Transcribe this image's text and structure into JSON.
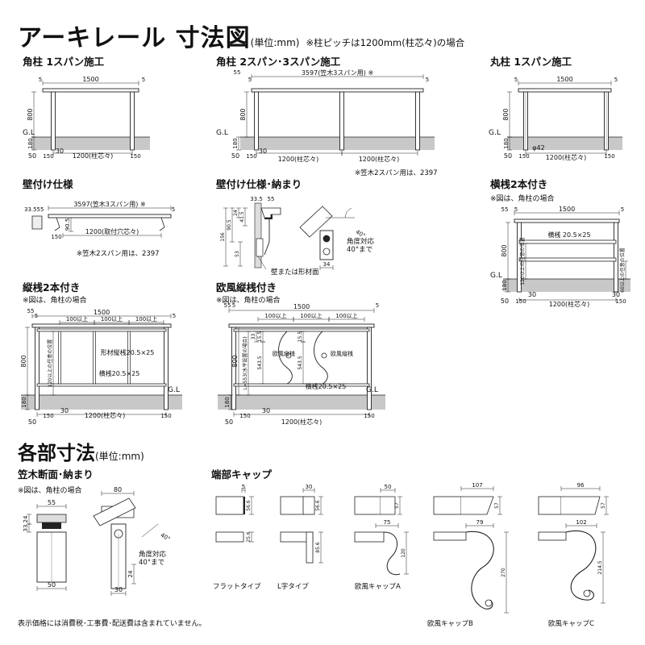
{
  "header": {
    "title": "アーキレール 寸法図",
    "unit": "(単位:mm)",
    "pitch_note": "※柱ピッチは1200mm(柱芯々)の場合"
  },
  "section2": {
    "title": "各部寸法",
    "unit": "(単位:mm)"
  },
  "footer": "表示価格には消費税･工事費･配送費は含まれていません。",
  "panels": {
    "p1": {
      "label": "角柱 1スパン施工",
      "dims": {
        "w": "1500",
        "e": "5",
        "h": "800",
        "gl": "G.L",
        "d": "180",
        "l": "50",
        "p": "150",
        "c": "30",
        "span": "1200(柱芯々)"
      }
    },
    "p2": {
      "label": "角柱 2スパン･3スパン施工",
      "dims": {
        "top": "55",
        "e": "5",
        "w": "3597(笠木3スパン用) ※",
        "h": "800",
        "gl": "G.L",
        "d": "180",
        "l": "50",
        "p": "150",
        "c": "30",
        "span": "1200(柱芯々)"
      },
      "note": "※笠木2スパン用は、2397"
    },
    "p3": {
      "label": "丸柱 1スパン施工",
      "dims": {
        "w": "1500",
        "e": "5",
        "h": "800",
        "gl": "G.L",
        "d": "180",
        "l": "50",
        "p": "150",
        "dia": "φ42",
        "span": "1200(柱芯々)"
      }
    },
    "p4": {
      "label": "壁付け仕様",
      "dims": {
        "a": "33.5",
        "b": "55",
        "w": "3597(笠木3スパン用) ※",
        "e": "5",
        "h": "90.5",
        "p": "150",
        "span": "1200(取付穴芯々)"
      },
      "note": "※笠木2スパン用は、2397"
    },
    "p5": {
      "label": "壁付け仕様･納まり",
      "dims": {
        "a": "33.5",
        "b": "55",
        "d1": "24",
        "d2": "41.5",
        "d3": "90.5",
        "d4": "156",
        "d5": "53",
        "d6": "34",
        "wall": "壁または形材面",
        "angle": "角度対応\n40°まで",
        "deg": "40°"
      }
    },
    "p6": {
      "label": "横桟2本付き",
      "note": "※図は、角柱の場合",
      "dims": {
        "top": "55",
        "e": "5",
        "w": "1500",
        "bar": "横桟 20.5×25",
        "h": "800",
        "pos": "120以上の任意の位置",
        "gl": "G.L",
        "d": "180",
        "l": "50",
        "p": "150",
        "c": "30",
        "span": "1200(柱芯々)",
        "pos2": "60以上の任意の位置"
      }
    },
    "p7": {
      "label": "縦桟2本付き",
      "note": "※図は、角柱の場合",
      "dims": {
        "top": "55",
        "e": "5",
        "w": "1500",
        "g1": "100以上",
        "g2": "100以上",
        "g3": "100以上",
        "vbar": "形材縦桟20.5×25",
        "hbar": "横桟20.5×25",
        "h": "800",
        "pos": "120以上の任意の位置",
        "gl": "G.L",
        "d": "180",
        "l": "50",
        "p": "150",
        "c": "30",
        "span": "1200(柱芯々)"
      }
    },
    "p8": {
      "label": "欧風縦桟付き",
      "note": "※図は、角柱の場合",
      "dims": {
        "top": "55",
        "e": "5",
        "w": "1500",
        "g1": "100以上",
        "g2": "100以上",
        "g3": "100以上",
        "a": "33",
        "b": "15.5",
        "h2": "543.5",
        "ov": "欧風縦桟",
        "hbar": "横桟20.5×25",
        "h": "800",
        "side": "L=553(水平設置の場合)",
        "gl": "G.L",
        "d": "180",
        "l": "50",
        "p": "150",
        "c": "30",
        "span": "1200(柱芯々)"
      }
    },
    "p9": {
      "label": "笠木断面･納まり",
      "note": "※図は、角柱の場合",
      "dims": {
        "w80": "80",
        "w55": "55",
        "h24": "24",
        "h33": "33",
        "b50": "50",
        "b24": "24",
        "b30": "30",
        "angle": "角度対応\n40°まで",
        "deg": "40°"
      }
    },
    "p10": {
      "label": "端部キャップ",
      "caps": {
        "flat": {
          "name": "フラットタイプ",
          "w": "5",
          "h": "56.6",
          "h2": "25.6"
        },
        "l": {
          "name": "L字タイプ",
          "w": "30",
          "h": "56.6",
          "h2": "85.6"
        },
        "a": {
          "name": "欧風キャップA",
          "w": "50",
          "h": "57",
          "w2": "75",
          "h2": "120"
        },
        "b": {
          "name": "欧風キャップB",
          "w": "107",
          "h": "57",
          "w2": "79",
          "h2": "270"
        },
        "c": {
          "name": "欧風キャップC",
          "w": "96",
          "h": "57",
          "w2": "102",
          "h2": "214.5"
        }
      }
    }
  }
}
